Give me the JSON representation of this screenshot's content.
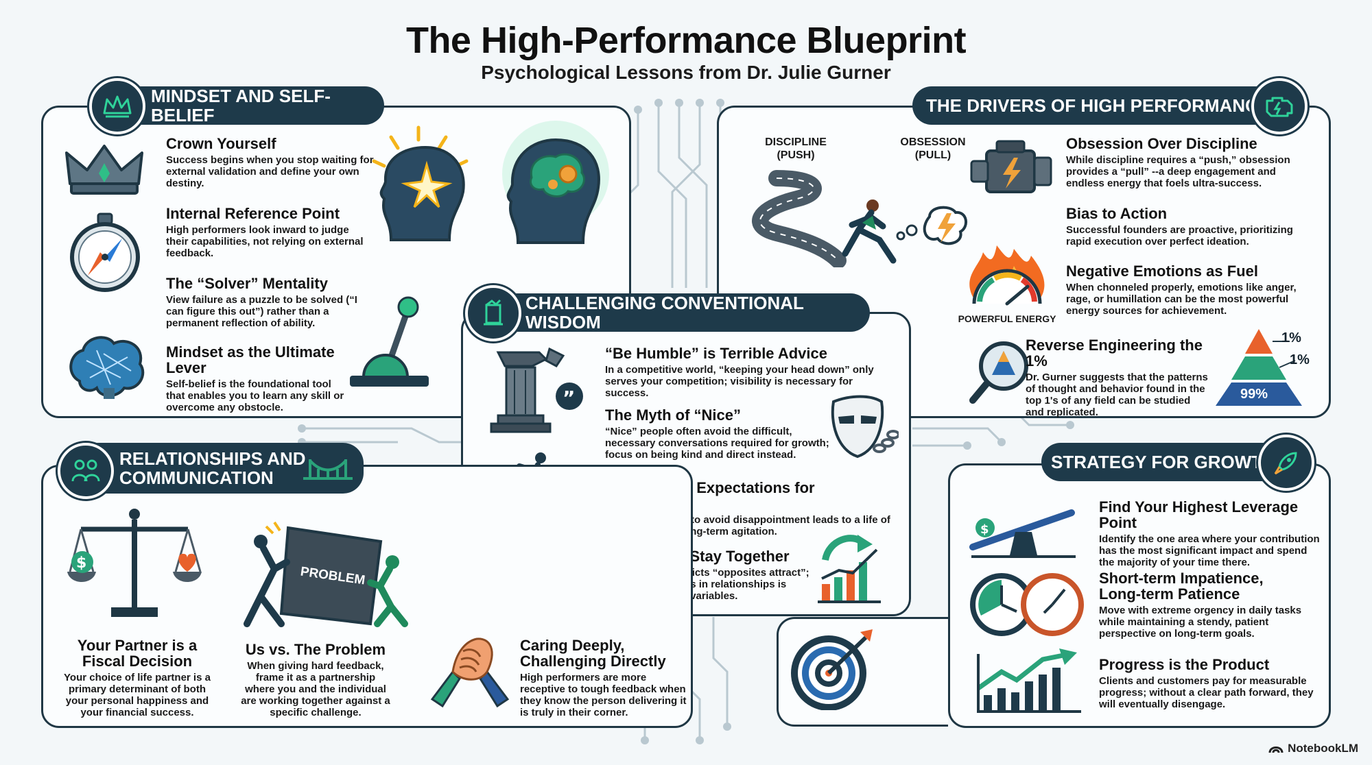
{
  "header": {
    "title": "The High-Performance Blueprint",
    "subtitle": "Psychological Lessons from Dr. Julie Gurner"
  },
  "colors": {
    "navy": "#1e3a4a",
    "teal": "#1aa37a",
    "accent_orange": "#e8612c"
  },
  "mindset": {
    "heading": "MINDSET AND SELF-BELIEF",
    "icon": "crown-icon",
    "items": [
      {
        "title": "Crown Yourself",
        "text": "Success begins when you stop waiting for external validation and define your own destiny.",
        "icon": "crown-icon"
      },
      {
        "title": "Internal Reference Point",
        "text": "High performers look inward to judge their capabilities, not relying on external feedback.",
        "icon": "compass-icon"
      },
      {
        "title": "The “Solver” Mentality",
        "text": "View failure as a puzzle to be solved (“I can figure this out”) rather than a permanent reflection of ability.",
        "icon": "lever-icon"
      },
      {
        "title": "Mindset as the Ultimate Lever",
        "text": "Self-belief is the foundational tool that enables you to learn any skill or overcome any obstocle.",
        "icon": "brain-icon"
      }
    ]
  },
  "drivers": {
    "heading": "THE DRIVERS OF HIGH PERFORMANCE",
    "icon": "engine-icon",
    "discipline_label": "DISCIPLINE\n(PUSH)",
    "obsession_label": "OBSESSION\n(PULL)",
    "gauge_label": "POWERFUL ENERGY",
    "pyramid": {
      "top": "1%",
      "mid": "1%",
      "base": "99%"
    },
    "items": [
      {
        "title": "Obsession Over Discipline",
        "text": "While discipline requires a “push,” obsession provides a “pull” --a deep engagement and endless energy that foels ultra-success."
      },
      {
        "title": "Bias to Action",
        "text": "Successful founders are proactive, prioritizing rapid execution over perfect ideation."
      },
      {
        "title": "Negative Emotions as Fuel",
        "text": "When chonneled properly, emotions like anger, rage, or humillation can be the most powerful energy sources for achievement."
      },
      {
        "title": "Reverse Engineering the 1%",
        "text": "Dr. Gurner suggests that the patterns of thought and behavior found in the top 1's of any field can be studied and replicated."
      }
    ]
  },
  "conventional": {
    "heading": "CHALLENGING CONVENTIONAL WISDOM",
    "icon": "broken-column-icon",
    "items": [
      {
        "title": "“Be Humble” is Terrible Advice",
        "text": "In a competitive world, “keeping your head down” only serves your competition; visibility is necessary for success."
      },
      {
        "title": "The Myth of “Nice”",
        "text": "“Nice” people often avoid the difficult, necessary conversations required for growth; focus on being kind and direct instead."
      },
      {
        "title": "Don’t Lower Expectations for Happiness",
        "text": "Lowering the bar to avoid disappointment leads to a life of mediocrity and long-term agitation."
      },
      {
        "title": "Similarities Stay Together",
        "text": "Research contradicts “opposites attract”; long-term success in relationships is driven by shared variables."
      }
    ]
  },
  "relationships": {
    "heading": "RELATIONSHIPS AND\nCOMMUNICATION",
    "icon": "people-icon",
    "problem_label": "PROBLEM",
    "items": [
      {
        "title": "Your Partner is a\nFiscal Decision",
        "text": "Your choice of life partner is a primary determinant of both your personal happiness and your financial success."
      },
      {
        "title": "Us vs. The Problem",
        "text": "When giving hard feedback, frame it as a partnership where you and the individual are working together against a specific challenge."
      },
      {
        "title": "Caring Deeply,\nChallenging Directly",
        "text": "High performers are more receptive to tough feedback when they know the person delivering it is truly in their corner."
      }
    ]
  },
  "strategy": {
    "heading": "STRATEGY FOR GROWTH",
    "icon": "rocket-icon",
    "items": [
      {
        "title": "Find Your Highest Leverage Point",
        "text": "Identify the one area where your contribution has the most significant impact and spend the majority of your time there."
      },
      {
        "title": "Short-term Impatience,\nLong-term Patience",
        "text": "Move with extreme orgency in daily tasks while maintaining a stendy, patient perspective on long-term goals."
      },
      {
        "title": "Progress is the Product",
        "text": "Clients and customers pay for measurable progress; without a clear path forward, they will eventually disengage."
      }
    ]
  },
  "footer": {
    "brand": "NotebookLM"
  }
}
